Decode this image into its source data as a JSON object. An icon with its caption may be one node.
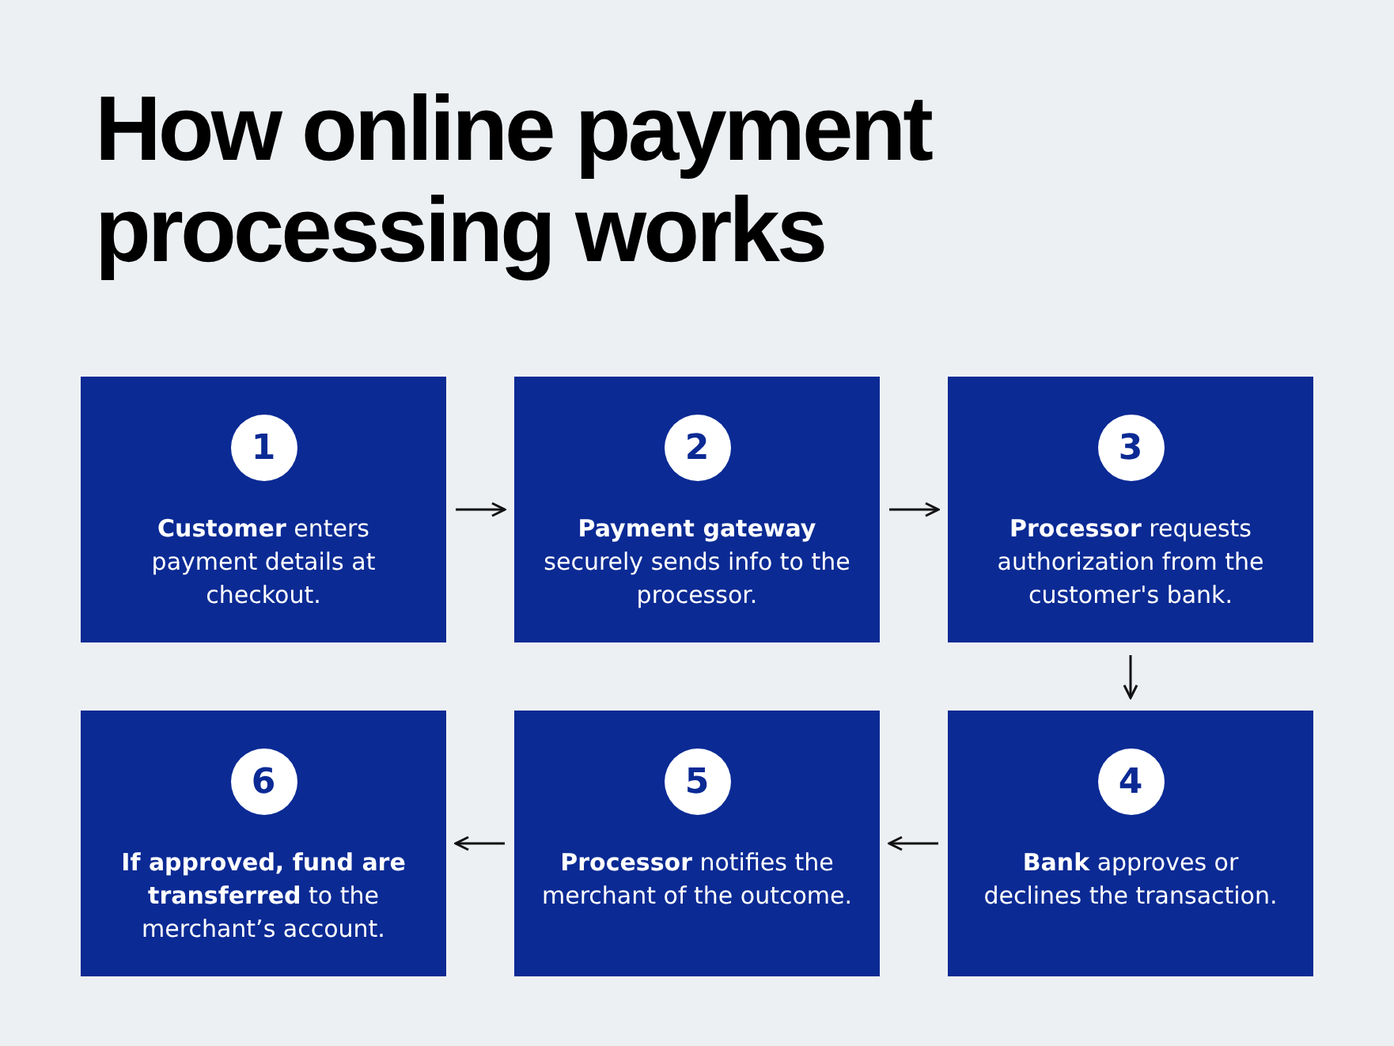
{
  "diagram": {
    "title": "How online payment processing works",
    "nodes": [
      {
        "text": [
          "1",
          "**Customer** enters payment details at checkout."
        ]
      },
      {
        "text": [
          "2",
          "**Payment gateway** securely sends info to the processor."
        ]
      },
      {
        "text": [
          "3",
          "**Processor** requests authorization from the customer's bank."
        ]
      },
      {
        "text": [
          "4",
          "**Bank** approves or declines the transaction."
        ]
      },
      {
        "text": [
          "5",
          "**Processor** notifies the merchant of the outcome."
        ]
      },
      {
        "text": [
          "6",
          "**If approved, fund are transferred** to the merchant’s account."
        ]
      }
    ],
    "edges": [
      {
        "from": 0,
        "to": 1,
        "arrow": "to"
      },
      {
        "from": 1,
        "to": 2,
        "arrow": "to"
      },
      {
        "from": 2,
        "to": 3,
        "arrow": "to"
      },
      {
        "from": 3,
        "to": 4,
        "arrow": "to"
      },
      {
        "from": 4,
        "to": 5,
        "arrow": "to"
      }
    ]
  }
}
